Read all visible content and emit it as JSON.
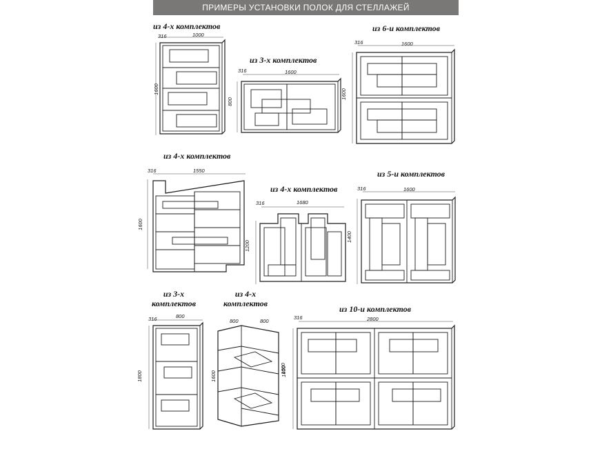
{
  "header": {
    "title": "ПРИМЕРЫ УСТАНОВКИ ПОЛОК ДЛЯ СТЕЛЛАЖЕЙ"
  },
  "configs": [
    {
      "caption": "из 4-х комплектов",
      "depth": "316",
      "width": "1000",
      "height": "1600"
    },
    {
      "caption": "из 3-х комплектов",
      "depth": "316",
      "width": "1600",
      "height": "800"
    },
    {
      "caption": "из 6-и комплектов",
      "depth": "316",
      "width": "1600",
      "height": "1600"
    },
    {
      "caption": "из 4-х комплектов",
      "depth": "316",
      "width": "1550",
      "height": "1600"
    },
    {
      "caption": "из 4-х комплектов",
      "depth": "316",
      "width": "1680",
      "height": "1200"
    },
    {
      "caption": "из 5-и комплектов",
      "depth": "316",
      "width": "1600",
      "height": "1400"
    },
    {
      "caption_line1": "из 3-х",
      "caption_line2": "комплектов",
      "depth": "316",
      "width": "800",
      "height": "1800"
    },
    {
      "caption_line1": "из 4-х",
      "caption_line2": "комплектов",
      "width_left": "800",
      "width_right": "800",
      "height": "1600"
    },
    {
      "caption": "из 10-и комплектов",
      "depth": "316",
      "width": "2800",
      "height": "1600"
    }
  ]
}
